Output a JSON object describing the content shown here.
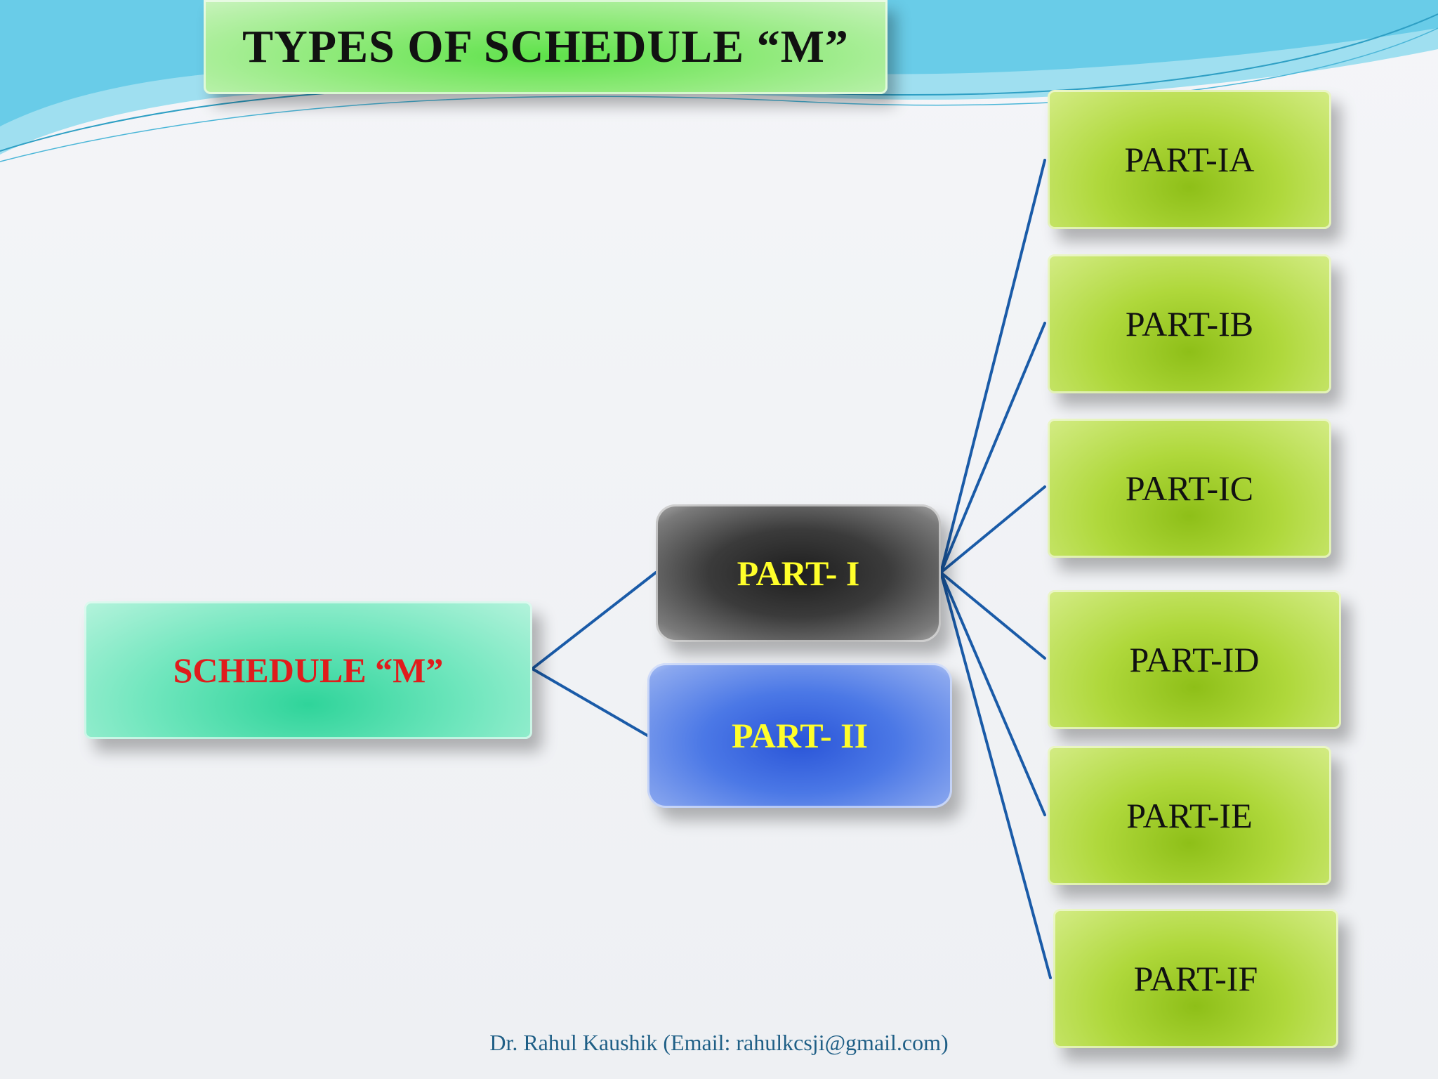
{
  "title": "TYPES OF SCHEDULE “M”",
  "root": {
    "label": "SCHEDULE “M”"
  },
  "parts": [
    {
      "label": "PART- I"
    },
    {
      "label": "PART- II"
    }
  ],
  "subparts": [
    {
      "label": "PART-IA"
    },
    {
      "label": "PART-IB"
    },
    {
      "label": "PART-IC"
    },
    {
      "label": "PART-ID"
    },
    {
      "label": "PART-IE"
    },
    {
      "label": "PART-IF"
    }
  ],
  "footer": "Dr. Rahul Kaushik (Email: rahulkcsji@gmail.com)",
  "colors": {
    "connector": "#1a5ba8",
    "root_text": "#e01c1c",
    "part_text": "#ffff2a",
    "footer_text": "#1f5f86"
  }
}
